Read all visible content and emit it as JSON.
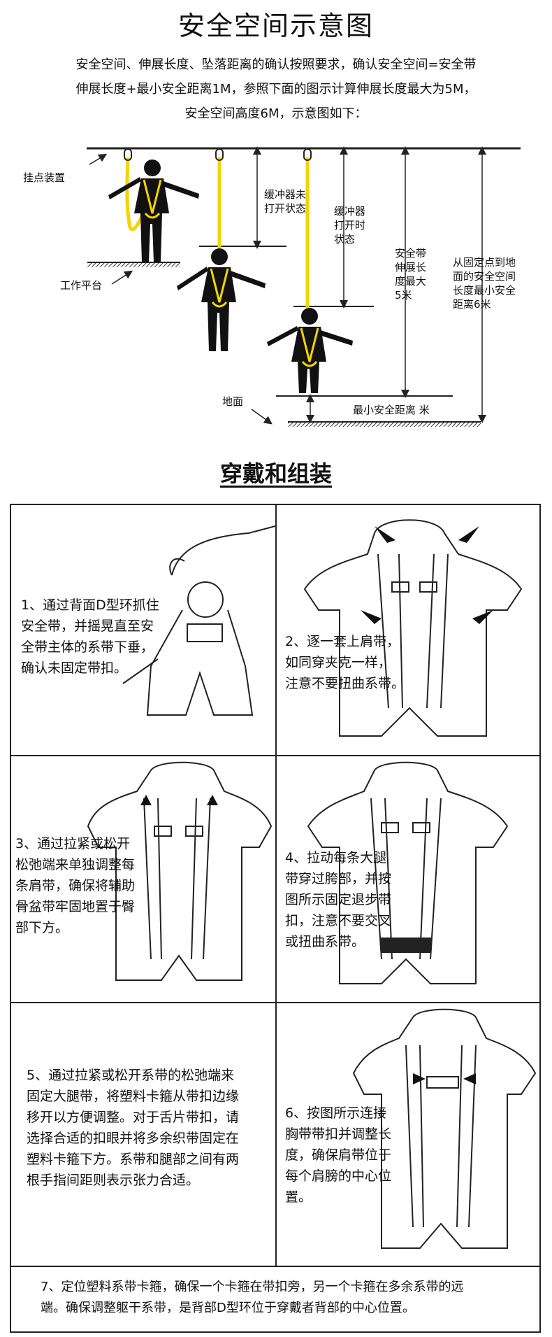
{
  "title": "安全空间示意图",
  "intro": {
    "line1": "安全空间、伸展长度、坠落距离的确认按照要求，确认安全空间=安全带",
    "line2": "伸展长度+最小安全距离1M，参照下面的图示计算伸展长度最大为5M，",
    "line3": "安全空间高度6M，示意图如下："
  },
  "diagram": {
    "anchor_device": "挂点装置",
    "work_platform": "工作平台",
    "ground": "地面",
    "absorber_closed": [
      "缓冲器未",
      "打开状态"
    ],
    "absorber_open": [
      "缓冲器",
      "打开时",
      "状态"
    ],
    "extension": [
      "安全带",
      "伸展长",
      "度最大",
      "5米"
    ],
    "space": [
      "从固定点到地",
      "面的安全空间",
      "长度最小安全",
      "距离6米"
    ],
    "min_distance": "最小安全距离  米"
  },
  "section2_title": "穿戴和组装",
  "steps": [
    {
      "lines": [
        "1、通过背面D型环抓住",
        "安全带，并摇晃直至安",
        "全带主体的系带下垂，",
        "确认未固定带扣。"
      ]
    },
    {
      "lines": [
        "2、逐一套上肩带，",
        "如同穿夹克一样，",
        "注意不要扭曲系带。"
      ]
    },
    {
      "lines": [
        "3、通过拉紧或松开",
        "松弛端来单独调整每",
        "条肩带，确保将辅助",
        "骨盆带牢固地置于臀",
        "部下方。"
      ]
    },
    {
      "lines": [
        "4、拉动每条大腿",
        "带穿过胯部，并按",
        "图所示固定退步带",
        "扣，注意不要交叉",
        "或扭曲系带。"
      ]
    },
    {
      "lines": [
        "5、通过拉紧或松开系带的松弛端来",
        "固定大腿带，将塑料卡箍从带扣边缘",
        "移开以方便调整。对于舌片带扣，请",
        "选择合适的扣眼并将多余织带固定在",
        "塑料卡箍下方。系带和腿部之间有两",
        "根手指间距则表示张力合适。"
      ]
    },
    {
      "lines": [
        "6、按图所示连接",
        "胸带带扣并调整长",
        "度，确保肩带位于",
        "每个肩膀的中心位",
        "置。"
      ]
    },
    {
      "lines": [
        "7、定位塑料系带卡箍，确保一个卡箍在带扣旁，另一个卡箍在多余系带的远",
        "端。确保调整躯干系带，是背部D型环位于穿戴者背部的中心位置。"
      ]
    }
  ],
  "colors": {
    "strap": "#f2d500",
    "line": "#222222",
    "figure": "#111111"
  }
}
